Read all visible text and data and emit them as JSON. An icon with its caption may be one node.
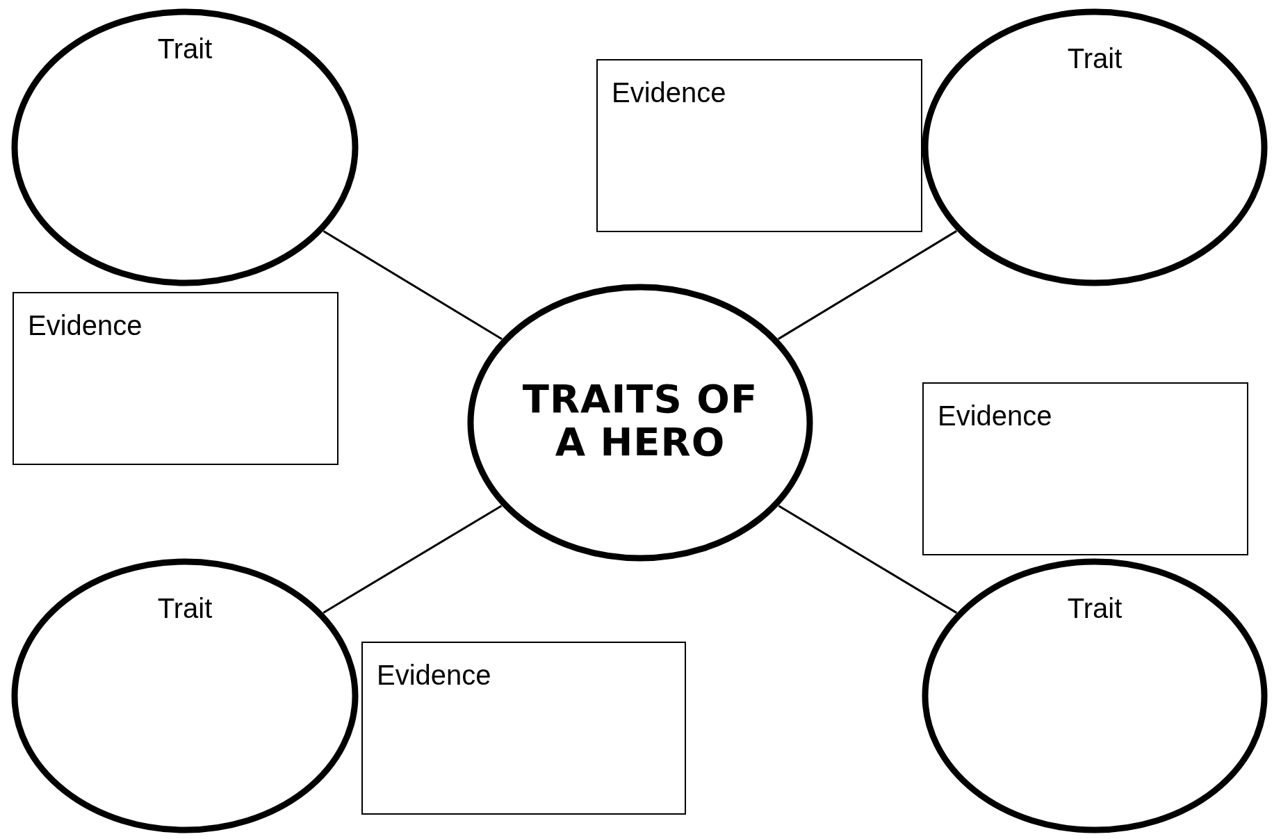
{
  "diagram": {
    "nodes": [
      {
        "text": [
          "Trait"
        ]
      },
      {
        "text": [
          "Evidence"
        ]
      },
      {
        "text": [
          "Trait"
        ]
      },
      {
        "text": [
          "Evidence"
        ]
      },
      {
        "text": [
          "TRAITS OF A HERO"
        ]
      },
      {
        "text": [
          "Evidence"
        ]
      },
      {
        "text": [
          "Trait"
        ]
      },
      {
        "text": [
          "Evidence"
        ]
      },
      {
        "text": [
          "Trait"
        ]
      }
    ],
    "edges": [
      {
        "from": 4,
        "to": 0,
        "arrow": "none"
      },
      {
        "from": 4,
        "to": 2,
        "arrow": "none"
      },
      {
        "from": 4,
        "to": 6,
        "arrow": "none"
      },
      {
        "from": 4,
        "to": 8,
        "arrow": "none"
      }
    ]
  }
}
